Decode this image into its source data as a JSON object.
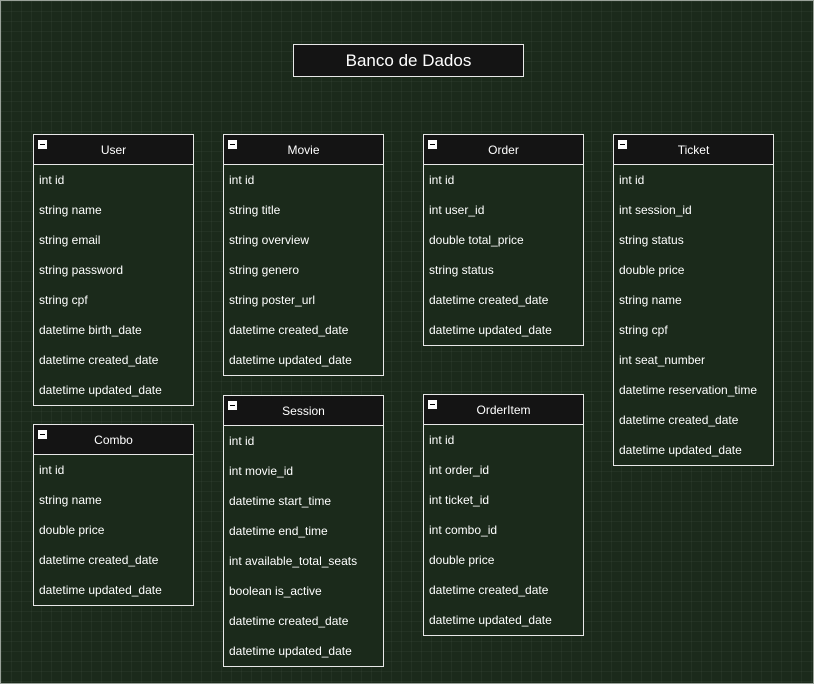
{
  "diagram": {
    "title": "Banco de Dados",
    "entities": [
      {
        "id": "user",
        "name": "User",
        "fields": [
          "int id",
          "string name",
          "string email",
          "string password",
          "string cpf",
          "datetime birth_date",
          "datetime created_date",
          "datetime updated_date"
        ]
      },
      {
        "id": "combo",
        "name": "Combo",
        "fields": [
          "int id",
          "string name",
          "double price",
          "datetime created_date",
          "datetime updated_date"
        ]
      },
      {
        "id": "movie",
        "name": "Movie",
        "fields": [
          "int id",
          "string title",
          "string overview",
          "string genero",
          "string poster_url",
          "datetime created_date",
          "datetime updated_date"
        ]
      },
      {
        "id": "session",
        "name": "Session",
        "fields": [
          "int id",
          "int movie_id",
          "datetime start_time",
          "datetime end_time",
          "int available_total_seats",
          "boolean is_active",
          "datetime created_date",
          "datetime updated_date"
        ]
      },
      {
        "id": "order",
        "name": "Order",
        "fields": [
          "int id",
          "int user_id",
          "double total_price",
          "string status",
          "datetime created_date",
          "datetime updated_date"
        ]
      },
      {
        "id": "orderitem",
        "name": "OrderItem",
        "fields": [
          "int id",
          "int order_id",
          "int ticket_id",
          "int combo_id",
          "double price",
          "datetime created_date",
          "datetime updated_date"
        ]
      },
      {
        "id": "ticket",
        "name": "Ticket",
        "fields": [
          "int id",
          "int session_id",
          "string status",
          "double price",
          "string name",
          "string cpf",
          "int seat_number",
          "datetime reservation_time",
          "datetime created_date",
          "datetime updated_date"
        ]
      }
    ]
  },
  "colors": {
    "canvas_background": "#1b2a1b",
    "header_background": "#141414",
    "border": "#e8e8e8",
    "text": "#ffffff"
  },
  "icons": {
    "collapse": "minus-square-icon"
  }
}
